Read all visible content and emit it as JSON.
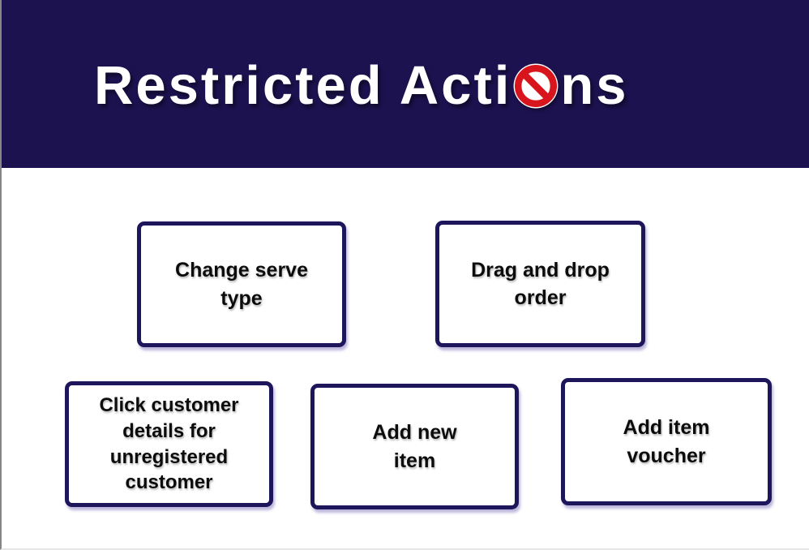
{
  "header": {
    "title": "Restricted Actions",
    "title_prefix": "Restricted Acti",
    "title_suffix": "ns",
    "icon": "no-entry-icon"
  },
  "colors": {
    "header_bg": "#1d1250",
    "body_bg": "#ffffff",
    "card_border": "#1e165a",
    "card_text": "#0c0c0c",
    "prohibit_red": "#d8151c"
  },
  "cards": [
    {
      "label": "Change serve\ntype"
    },
    {
      "label": "Drag and drop\norder"
    },
    {
      "label": "Click customer\ndetails for\nunregistered\ncustomer"
    },
    {
      "label": "Add new\nitem"
    },
    {
      "label": "Add item\nvoucher"
    }
  ]
}
